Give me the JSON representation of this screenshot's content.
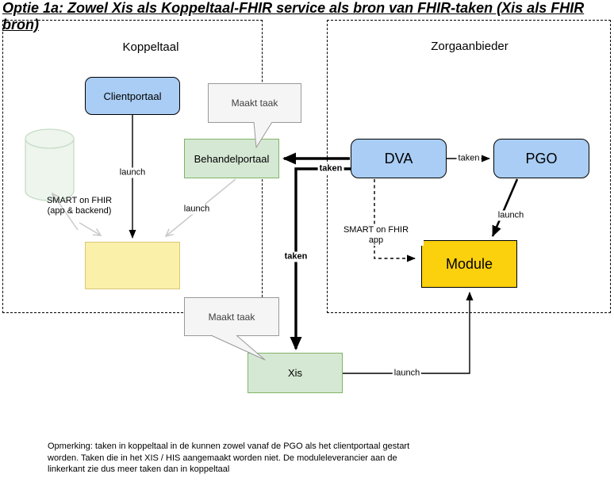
{
  "title": "Optie 1a: Zowel Xis als Koppeltaal-FHIR service als bron van FHIR-taken (Xis als FHIR bron)",
  "containers": {
    "koppeltaal": "Koppeltaal",
    "zorgaanbieder": "Zorgaanbieder"
  },
  "nodes": {
    "clientportaal": "Clientportaal",
    "behandelportaal": "Behandelportaal",
    "dva": "DVA",
    "pgo": "PGO",
    "module": "Module",
    "xis": "Xis"
  },
  "callouts": {
    "maakt_taak_behandelportaal": "Maakt taak",
    "maakt_taak_xis": "Maakt taak"
  },
  "labels": {
    "launch_clientportaal": "launch",
    "launch_behandelportaal": "launch",
    "launch_pgo_module": "launch",
    "launch_xis_module": "launch",
    "taken_dva_behandelportaal": "taken",
    "taken_dva_xis": "taken",
    "taken_dva_pgo": "taken",
    "smart_backend_line1": "SMART on FHIR",
    "smart_backend_line2": "(app & backend)",
    "smart_app_line1": "SMART on FHIR",
    "smart_app_line2": "app"
  },
  "note": "Opmerking: taken in koppeltaal in de kunnen zowel vanaf de PGO als het clientportaal gestart worden. Taken die in het XIS / HIS aangemaakt worden niet. De moduleleverancier aan de linkerkant zie dus meer taken dan in koppeltaal",
  "colors": {
    "node_blue": "#a9cdf4",
    "green_fill": "#d5e8d4",
    "green_border": "#82b366",
    "yellow_fill": "#faf0aa",
    "yellow_border": "#d8c778",
    "module_gold": "#fbd00d",
    "callout_fill": "#f5f5f5",
    "callout_border": "#999999",
    "cylinder_fill": "#edf5ed",
    "cylinder_border": "#c6dcc6",
    "gray_arrow": "#c9c9c9"
  }
}
